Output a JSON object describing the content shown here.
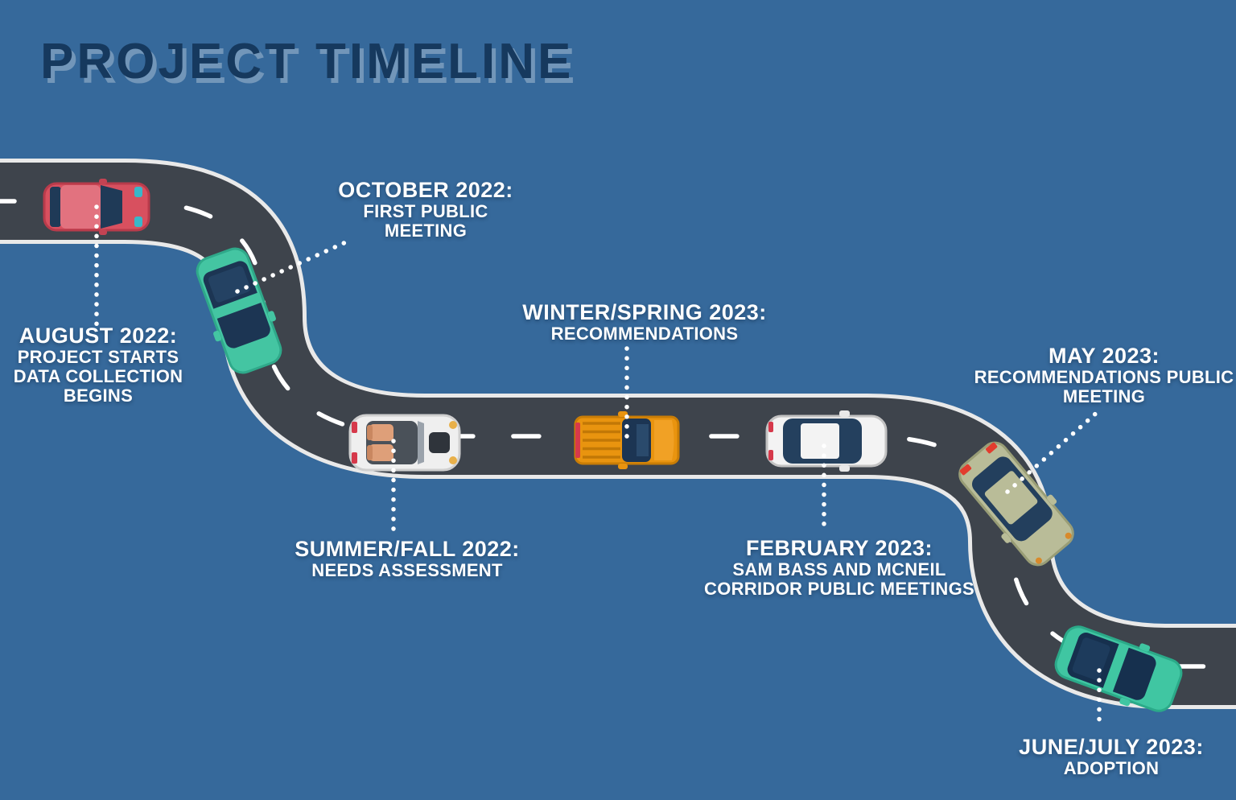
{
  "title": "PROJECT TIMELINE",
  "palette": {
    "background": "#36699B",
    "road": "#3E444C",
    "road_edge": "#E9E9E9",
    "lane_marking": "#FFFFFF",
    "connector_dots": "#FFFFFF",
    "title_text": "#16395E",
    "label_text": "#FFFFFF"
  },
  "milestones": [
    {
      "heading": "AUGUST 2022:",
      "lines": [
        "PROJECT STARTS",
        "DATA COLLECTION",
        "BEGINS"
      ]
    },
    {
      "heading": "OCTOBER 2022:",
      "lines": [
        "FIRST PUBLIC",
        "MEETING"
      ]
    },
    {
      "heading": "SUMMER/FALL 2022:",
      "lines": [
        "NEEDS ASSESSMENT"
      ]
    },
    {
      "heading": "WINTER/SPRING 2023:",
      "lines": [
        "RECOMMENDATIONS"
      ]
    },
    {
      "heading": "FEBRUARY 2023:",
      "lines": [
        "SAM BASS AND MCNEIL",
        "CORRIDOR PUBLIC MEETINGS"
      ]
    },
    {
      "heading": "MAY 2023:",
      "lines": [
        "RECOMMENDATIONS PUBLIC",
        "MEETING"
      ]
    },
    {
      "heading": "JUNE/JULY 2023:",
      "lines": [
        "ADOPTION"
      ]
    }
  ],
  "vehicles": [
    {
      "icon": "red-car-icon",
      "color": "#D8505F"
    },
    {
      "icon": "teal-car-icon",
      "color": "#44C5A2"
    },
    {
      "icon": "white-convertible-icon",
      "color": "#EFEFEF"
    },
    {
      "icon": "orange-pickup-truck-icon",
      "color": "#E9940F"
    },
    {
      "icon": "white-sedan-icon",
      "color": "#F3F3F3"
    },
    {
      "icon": "olive-car-icon",
      "color": "#B9BC98"
    },
    {
      "icon": "teal-car-2-icon",
      "color": "#40C6A2"
    }
  ]
}
